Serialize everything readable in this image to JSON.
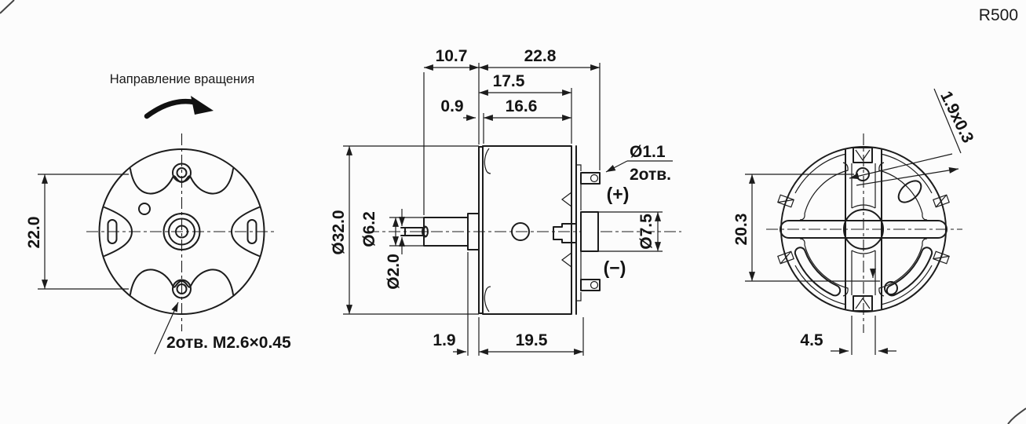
{
  "model": "R500",
  "rotation_note": "Направление вращения",
  "front_view": {
    "mount_pitch": "22.0",
    "mount_holes_note": "2отв. M2.6×0.45"
  },
  "side_view": {
    "bushing_length": "10.7",
    "total_length": "22.8",
    "case_with_flange_length": "17.5",
    "flange_step": "0.9",
    "case_length": "16.6",
    "body_diameter": "Ø32.0",
    "bushing_diameter": "Ø6.2",
    "shaft_diameter": "Ø2.0",
    "collar_thickness": "1.9",
    "rear_length": "19.5",
    "boss_diameter": "Ø7.5",
    "terminal_hole_diameter": "Ø1.1",
    "terminal_hole_qty": "2отв.",
    "terminal_plus": "(+)",
    "terminal_minus": "(−)"
  },
  "rear_view": {
    "slot_size": "1.9x0.3",
    "hole_pitch": "20.3",
    "channel_width": "4.5"
  }
}
